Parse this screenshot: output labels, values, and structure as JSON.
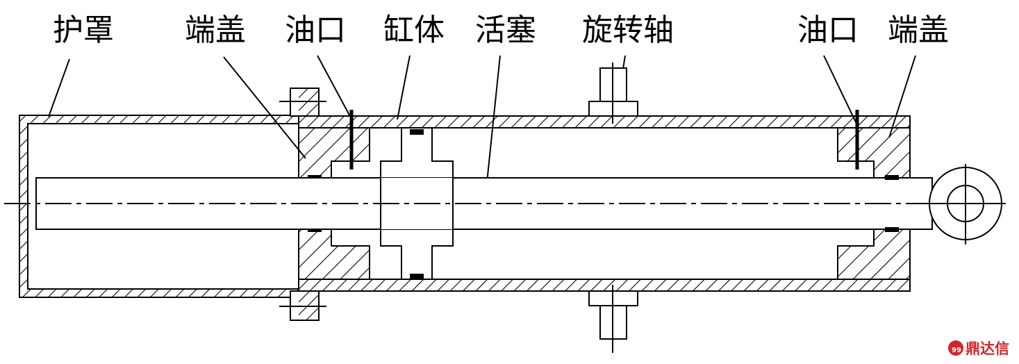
{
  "labels": {
    "guard": "护罩",
    "end_cap_left": "端盖",
    "oil_port_left": "油口",
    "cylinder_body": "缸体",
    "piston": "活塞",
    "rotating_shaft": "旋转轴",
    "oil_port_right": "油口",
    "end_cap_right": "端盖"
  },
  "watermark": {
    "text": "鼎达信"
  },
  "colors": {
    "line": "#000000",
    "background": "#ffffff",
    "watermark": "#d6242a"
  }
}
